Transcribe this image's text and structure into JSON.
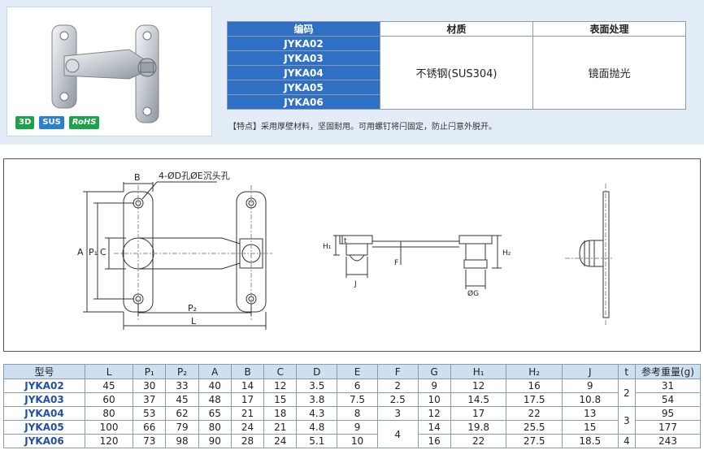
{
  "badges": {
    "b3d": "3D",
    "sus": "SUS",
    "rohs": "RoHS"
  },
  "spec": {
    "headers": {
      "code": "编码",
      "material": "材质",
      "surface": "表面处理"
    },
    "codes": [
      "JYKA02",
      "JYKA03",
      "JYKA04",
      "JYKA05",
      "JYKA06"
    ],
    "material": "不锈钢(SUS304)",
    "surface": "镜面抛光"
  },
  "feature": "【特点】采用厚壁材料，坚固耐用。可用螺钉将闩固定，防止闩意外脱开。",
  "drawing": {
    "B": "B",
    "hole_note": "4-ØD孔ØE沉头孔",
    "A": "A",
    "P1": "P₁",
    "C": "C",
    "P2": "P₂",
    "L": "L",
    "H1": "H₁",
    "t": "t",
    "F": "F",
    "J": "J",
    "H2": "H₂",
    "G": "ØG"
  },
  "dims": {
    "headers": [
      "型号",
      "L",
      "P₁",
      "P₂",
      "A",
      "B",
      "C",
      "D",
      "E",
      "F",
      "G",
      "H₁",
      "H₂",
      "J",
      "t",
      "参考重量(g)"
    ],
    "rows": [
      {
        "model": "JYKA02",
        "L": "45",
        "P1": "30",
        "P2": "33",
        "A": "40",
        "B": "14",
        "C": "12",
        "D": "3.5",
        "E": "6",
        "F": "2",
        "G": "9",
        "H1": "12",
        "H2": "16",
        "J": "9",
        "W": "31"
      },
      {
        "model": "JYKA03",
        "L": "60",
        "P1": "37",
        "P2": "45",
        "A": "48",
        "B": "17",
        "C": "15",
        "D": "3.8",
        "E": "7.5",
        "F": "2.5",
        "G": "10",
        "H1": "14.5",
        "H2": "17.5",
        "J": "10.8",
        "W": "54"
      },
      {
        "model": "JYKA04",
        "L": "80",
        "P1": "53",
        "P2": "62",
        "A": "65",
        "B": "21",
        "C": "18",
        "D": "4.3",
        "E": "8",
        "F": "3",
        "G": "12",
        "H1": "17",
        "H2": "22",
        "J": "13",
        "W": "95"
      },
      {
        "model": "JYKA05",
        "L": "100",
        "P1": "66",
        "P2": "79",
        "A": "80",
        "B": "24",
        "C": "21",
        "D": "4.8",
        "E": "9",
        "G": "14",
        "H1": "19.8",
        "H2": "25.5",
        "J": "15",
        "W": "177"
      },
      {
        "model": "JYKA06",
        "L": "120",
        "P1": "73",
        "P2": "98",
        "A": "90",
        "B": "28",
        "C": "24",
        "D": "5.1",
        "E": "10",
        "G": "16",
        "H1": "22",
        "H2": "27.5",
        "J": "18.5",
        "W": "243"
      }
    ],
    "t_groups": [
      "2",
      "3",
      "4"
    ],
    "f_group": "4"
  }
}
